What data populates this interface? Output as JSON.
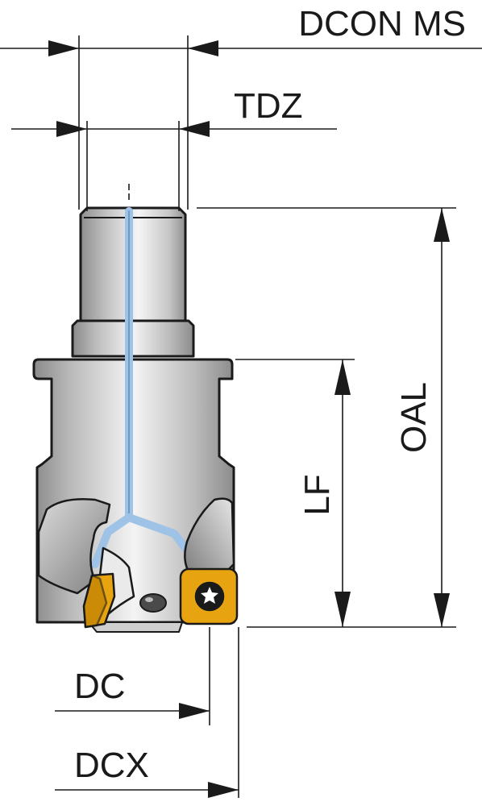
{
  "labels": {
    "dcon_ms": "DCON MS",
    "tdz": "TDZ",
    "oal": "OAL",
    "lf": "LF",
    "dc": "DC",
    "dcx": "DCX"
  },
  "colors": {
    "line": "#1a1a1a",
    "body_dark": "#8f8f8f",
    "body_mid": "#bdbdbd",
    "body_light": "#f2f2f2",
    "coolant": "#9fc3e6",
    "insert": "#e8a310",
    "insert_dark": "#b97c00"
  }
}
